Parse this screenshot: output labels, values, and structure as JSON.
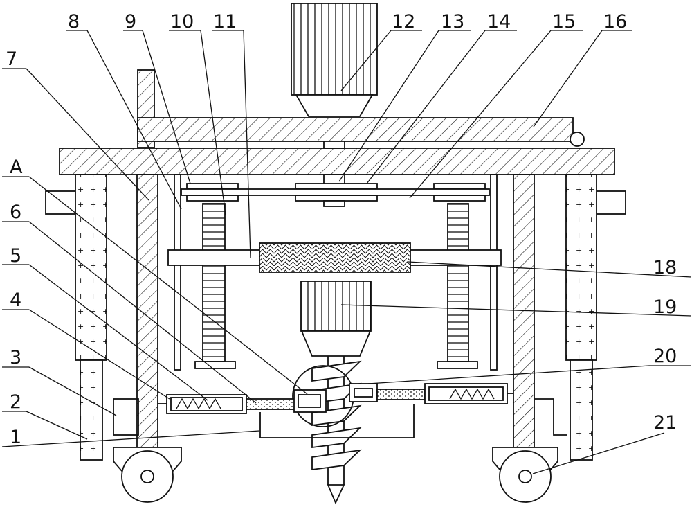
{
  "labels": {
    "n1": "1",
    "n2": "2",
    "n3": "3",
    "n4": "4",
    "n5": "5",
    "n6": "6",
    "n7": "7",
    "n8": "8",
    "n9": "9",
    "n10": "10",
    "n11": "11",
    "n12": "12",
    "n13": "13",
    "n14": "14",
    "n15": "15",
    "n16": "16",
    "nA": "A",
    "n18": "18",
    "n19": "19",
    "n20": "20",
    "n21": "21"
  },
  "colors": {
    "line": "#111111",
    "background": "#ffffff"
  }
}
